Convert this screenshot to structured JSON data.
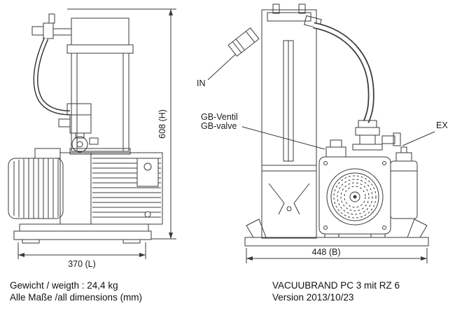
{
  "drawing": {
    "labels": {
      "in": "IN",
      "ex": "EX",
      "gb_ventil": "GB-Ventil",
      "gb_valve": "GB-valve"
    },
    "dimensions": {
      "height": "608 (H)",
      "length": "370 (L)",
      "width": "448 (B)"
    },
    "line_color": "#3a3a3a"
  },
  "footer": {
    "weight": "Gewicht / weigth : 24,4 kg",
    "dims_note": "Alle Maße /all dimensions (mm)",
    "product": "VACUUBRAND PC 3 mit RZ 6",
    "version": "Version 2013/10/23"
  }
}
